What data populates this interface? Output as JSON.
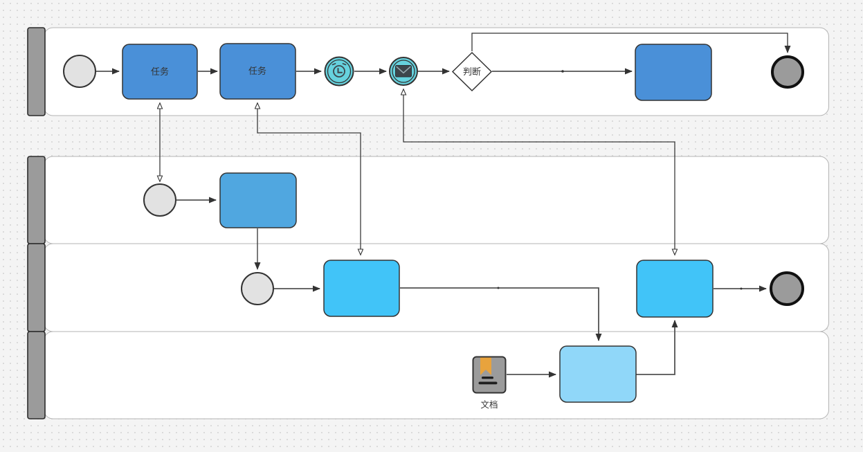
{
  "diagram": {
    "type": "bpmn-swimlane-flowchart",
    "lane_count": 4,
    "labels": {
      "task1": "任务",
      "task2": "任务",
      "gateway": "判断",
      "document": "文档"
    },
    "nodes": [
      {
        "id": "start-event-1",
        "type": "start-event",
        "lane": 1,
        "label": ""
      },
      {
        "id": "task-1",
        "type": "task",
        "lane": 1,
        "label": "任务"
      },
      {
        "id": "task-2",
        "type": "task",
        "lane": 1,
        "label": "任务"
      },
      {
        "id": "timer-event",
        "type": "intermediate-timer-event",
        "lane": 1,
        "label": ""
      },
      {
        "id": "message-event",
        "type": "intermediate-message-event",
        "lane": 1,
        "label": ""
      },
      {
        "id": "gateway-1",
        "type": "exclusive-gateway",
        "lane": 1,
        "label": "判断"
      },
      {
        "id": "task-3",
        "type": "task",
        "lane": 1,
        "label": ""
      },
      {
        "id": "end-event-1",
        "type": "end-event",
        "lane": 1,
        "label": ""
      },
      {
        "id": "start-event-2",
        "type": "start-event",
        "lane": 2,
        "label": ""
      },
      {
        "id": "task-4",
        "type": "task",
        "lane": 2,
        "label": ""
      },
      {
        "id": "start-event-3",
        "type": "start-event",
        "lane": 3,
        "label": ""
      },
      {
        "id": "task-5",
        "type": "task",
        "lane": 3,
        "label": ""
      },
      {
        "id": "task-6",
        "type": "task",
        "lane": 3,
        "label": ""
      },
      {
        "id": "end-event-2",
        "type": "end-event",
        "lane": 3,
        "label": ""
      },
      {
        "id": "document-1",
        "type": "document",
        "lane": 4,
        "label": "文档"
      },
      {
        "id": "task-7",
        "type": "task",
        "lane": 4,
        "label": ""
      }
    ],
    "colors": {
      "background": "#f4f4f4",
      "lane_body": "#ffffff",
      "lane_border": "#b3b3b3",
      "lane_header": "#9b9b9b",
      "task_blue": "#4a90d8",
      "box_medium_blue": "#50a7e0",
      "box_cyan": "#41c4f8",
      "box_light_blue": "#90d7f9",
      "event_cyan": "#66d2de",
      "start_fill": "#e2e2e2",
      "end_fill": "#9b9b9b",
      "doc_gray": "#9b9b9b",
      "bookmark_orange": "#e8a33d",
      "glyph_dark": "#3d464c",
      "line": "#525252",
      "text": "#333333"
    }
  }
}
